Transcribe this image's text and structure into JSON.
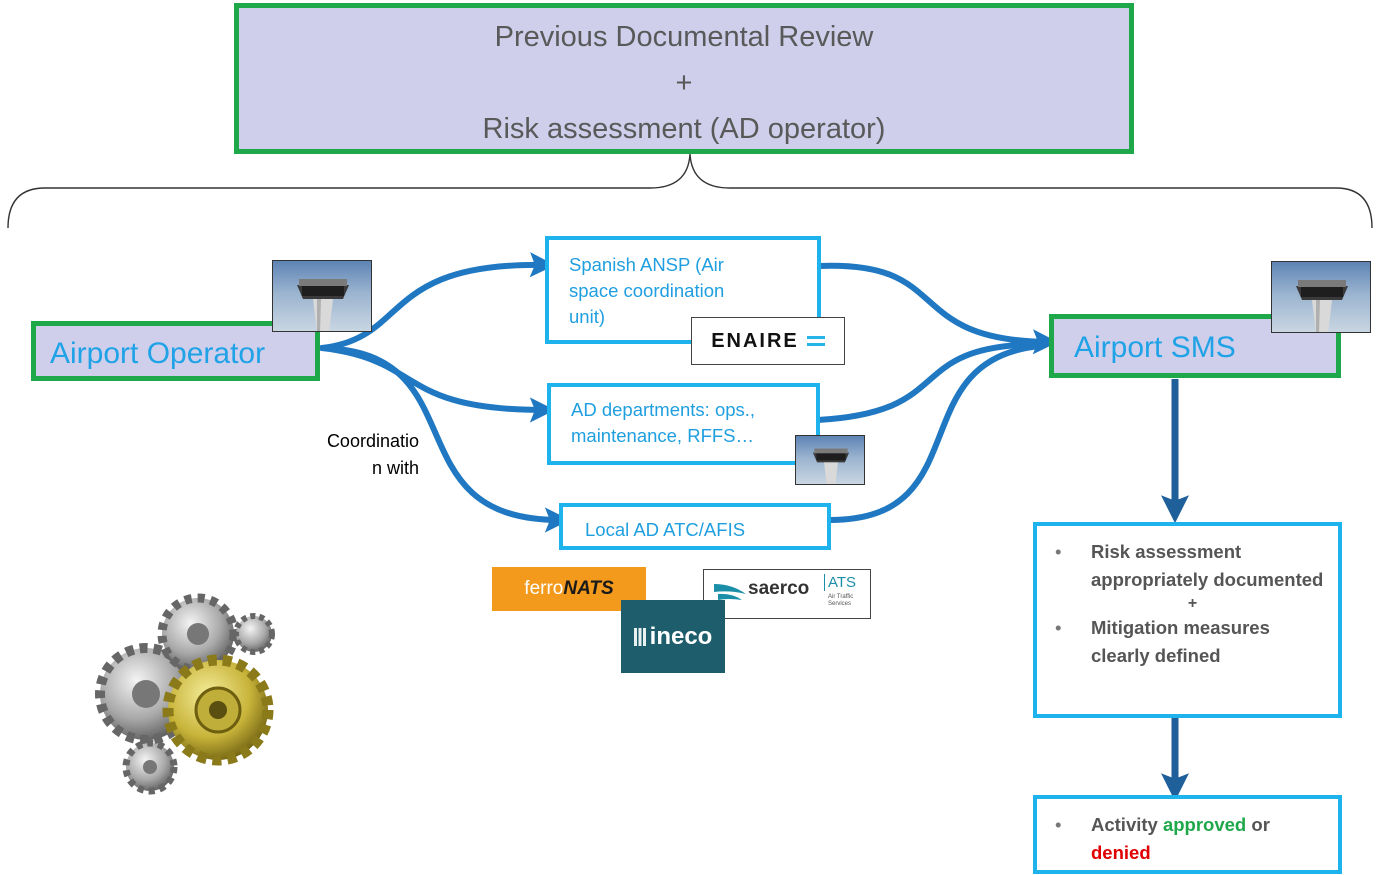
{
  "top_box": {
    "line1": "Previous Documental Review",
    "line2": "+",
    "line3": "Risk assessment (AD operator)"
  },
  "left_node": {
    "label": "Airport Operator"
  },
  "right_node": {
    "label": "Airport SMS"
  },
  "coordination_label": {
    "line1": "Coordinatio",
    "line2": "n with"
  },
  "middle_nodes": {
    "ansp": "Spanish ANSP (Air space coordination unit)",
    "departments": "AD departments: ops., maintenance, RFFS…",
    "atc": "Local AD ATC/AFIS"
  },
  "logos": {
    "enaire": "ENAIRE",
    "ferronats_a": "ferro",
    "ferronats_b": "NATS",
    "saerco": "saerco",
    "saerco_ats": "ATS",
    "saerco_sub": "Air Traffic Services",
    "ineco": "ineco"
  },
  "result_box": {
    "item1": "Risk assessment appropriately documented",
    "plus": "+",
    "item2": "Mitigation measures clearly defined"
  },
  "decision_box": {
    "prefix": "Activity ",
    "approved": "approved",
    "middle": " or",
    "denied": "denied"
  },
  "colors": {
    "green_border": "#1ea84a",
    "blue_border": "#1fb3ee",
    "box_fill": "#cfcfec",
    "arrow_blue": "#1f78c1",
    "arrow_dark": "#1f5f9a",
    "approved": "#1ea84a",
    "denied": "#e00000"
  },
  "icons": [
    "control-tower-icon",
    "gears-icon"
  ]
}
